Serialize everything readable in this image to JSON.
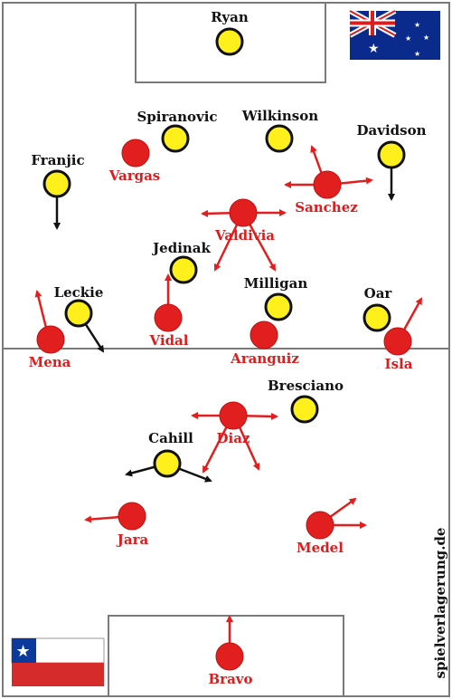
{
  "watermark": "spielverlagerung.de",
  "colors": {
    "australia_player": "#ffef1a",
    "chile_player": "#e21f1f",
    "australia_label": "#111111",
    "chile_label": "#d81e1e",
    "arrow_red": "#e21f1f",
    "arrow_black": "#111111",
    "pitch_lines": "#7a7a7a"
  },
  "teams": {
    "australia": {
      "flag_icon": "australia-flag-icon",
      "players": [
        {
          "name": "Ryan"
        },
        {
          "name": "Spiranovic"
        },
        {
          "name": "Wilkinson"
        },
        {
          "name": "Davidson"
        },
        {
          "name": "Franjic"
        },
        {
          "name": "Jedinak"
        },
        {
          "name": "Milligan"
        },
        {
          "name": "Leckie"
        },
        {
          "name": "Oar"
        },
        {
          "name": "Bresciano"
        },
        {
          "name": "Cahill"
        }
      ]
    },
    "chile": {
      "flag_icon": "chile-flag-icon",
      "players": [
        {
          "name": "Vargas"
        },
        {
          "name": "Sanchez"
        },
        {
          "name": "Valdivia"
        },
        {
          "name": "Vidal"
        },
        {
          "name": "Aranguiz"
        },
        {
          "name": "Mena"
        },
        {
          "name": "Isla"
        },
        {
          "name": "Diaz"
        },
        {
          "name": "Jara"
        },
        {
          "name": "Medel"
        },
        {
          "name": "Bravo"
        }
      ]
    }
  }
}
